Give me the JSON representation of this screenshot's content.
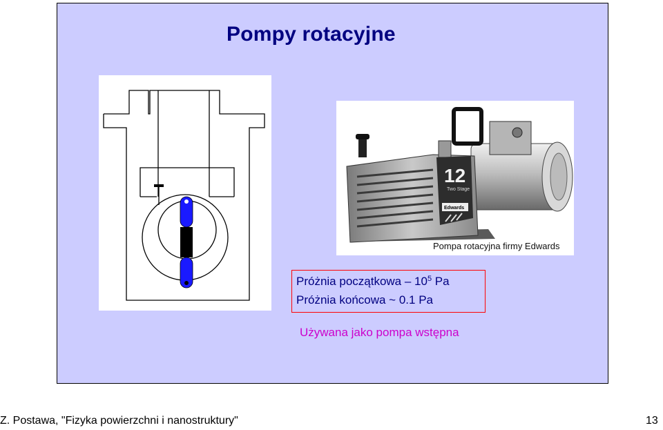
{
  "slide": {
    "title": "Pompy rotacyjne",
    "photo_caption": "Pompa rotacyjna firmy Edwards",
    "pump_label_number": "12",
    "pump_label_small": "Two Stage",
    "pump_brand": "Edwards",
    "initial_vacuum_text": "Próżnia początkowa – 10",
    "initial_vacuum_exp": "5",
    "initial_vacuum_unit": " Pa",
    "final_vacuum_text": "Próżnia końcowa ~ 0.1 Pa",
    "usage_text": "Używana jako pompa wstępna"
  },
  "footer": {
    "author_course": "Z. Postawa, \"Fizyka powierzchni i nanostruktury\"",
    "page_number": "13"
  },
  "colors": {
    "slide_background": "#ccccff",
    "title": "#000080",
    "info_border": "#ff0000",
    "usage_text": "#cc00cc",
    "vane_blue": "#1a1aff"
  }
}
